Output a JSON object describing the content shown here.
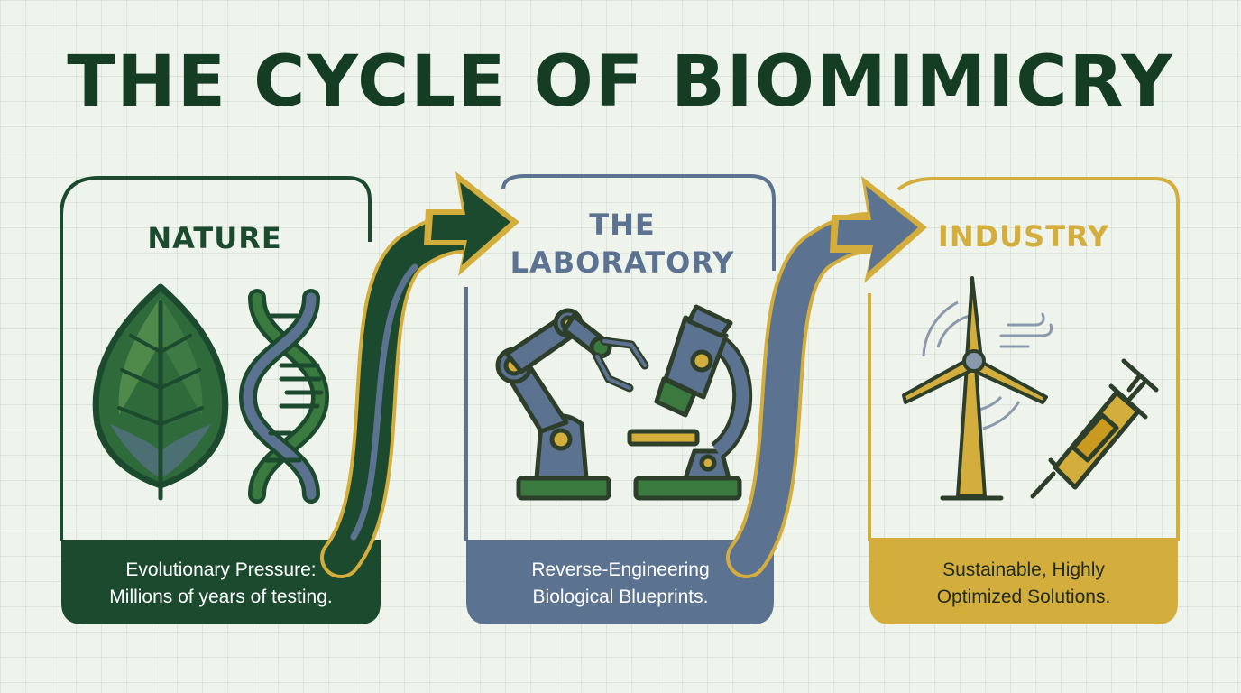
{
  "title": "THE CYCLE OF BIOMIMICRY",
  "colors": {
    "nature": "#1c4a2e",
    "laboratory": "#5b7290",
    "industry": "#d4ae3c",
    "background": "#eef3ec"
  },
  "stages": [
    {
      "label": "NATURE",
      "caption_line1": "Evolutionary Pressure:",
      "caption_line2": "Millions of years of testing.",
      "icons": [
        "leaf-icon",
        "dna-icon"
      ]
    },
    {
      "label_line1": "THE",
      "label_line2": "LABORATORY",
      "caption_line1": "Reverse-Engineering",
      "caption_line2": "Biological Blueprints.",
      "icons": [
        "robotic-arm-icon",
        "microscope-icon"
      ]
    },
    {
      "label": "INDUSTRY",
      "caption_line1": "Sustainable, Highly",
      "caption_line2": "Optimized Solutions.",
      "icons": [
        "wind-turbine-icon",
        "syringe-icon"
      ]
    }
  ]
}
